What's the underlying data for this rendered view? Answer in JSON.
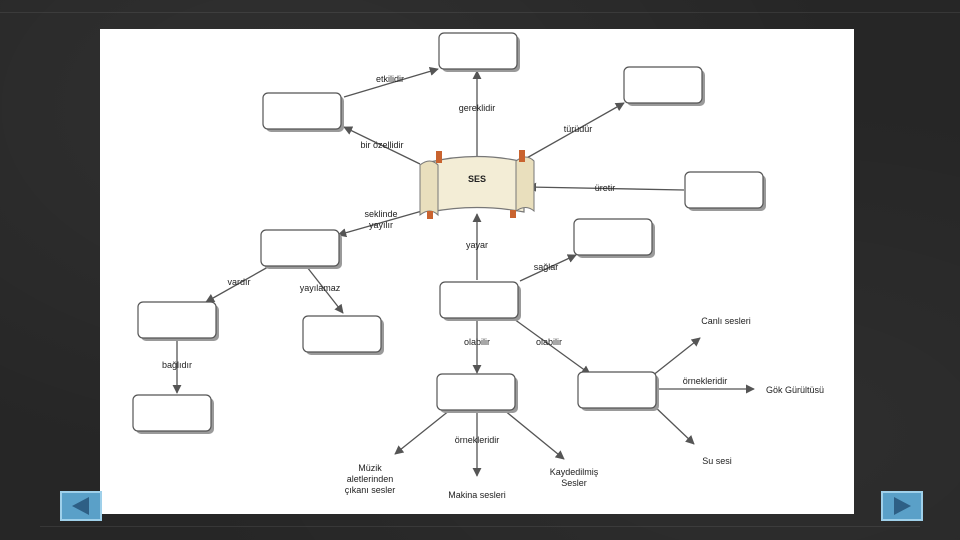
{
  "center": {
    "label": "SES"
  },
  "edges": {
    "etkilidir": "etkilidir",
    "gereklidir": "gereklidir",
    "bir_ozellidir": "bir özellidir",
    "turudur": "türüdür",
    "uretir": "üretir",
    "seklinde_1": "seklinde",
    "seklinde_2": "yayılır",
    "yayar": "yayar",
    "saglar": "sağlar",
    "vardir": "vardır",
    "yayilamaz": "yayılamaz",
    "baglidir": "bağlıdır",
    "olabilir_left": "olabilir",
    "olabilir_right": "olabilir",
    "ornekleridir_bottom": "örnekleridir",
    "ornekleridir_right": "örnekleridir"
  },
  "leaves": {
    "canli": "Canlı sesleri",
    "gok": "Gök Gürültüsü",
    "su": "Su sesi",
    "muzik_1": "Müzik",
    "muzik_2": "aletlerinden",
    "muzik_3": "çıkanı sesler",
    "makina": "Makina sesleri",
    "kayded_1": "Kaydedilmiş",
    "kayded_2": "Sesler"
  },
  "colors": {
    "nav_fill": "#5aa0c8",
    "board": "#262626"
  },
  "nav": {
    "prev_icon": "triangle-left",
    "next_icon": "triangle-right"
  }
}
